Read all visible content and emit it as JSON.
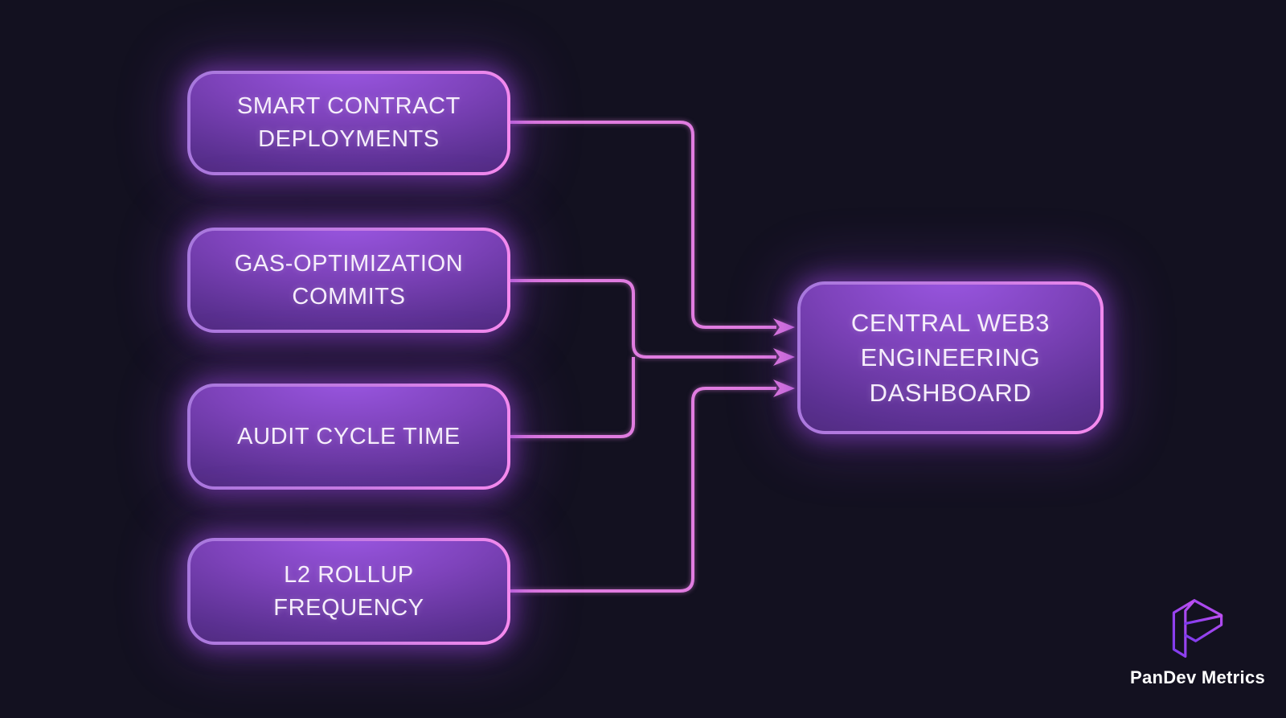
{
  "diagram": {
    "title_present": false,
    "sources": [
      {
        "id": "smart-contract-deployments",
        "label": "SMART CONTRACT\nDEPLOYMENTS"
      },
      {
        "id": "gas-optimization-commits",
        "label": "GAS-OPTIMIZATION\nCOMMITS"
      },
      {
        "id": "audit-cycle-time",
        "label": "AUDIT CYCLE TIME"
      },
      {
        "id": "l2-rollup-frequency",
        "label": "L2 ROLLUP\nFREQUENCY"
      }
    ],
    "target": {
      "id": "central-web3-dashboard",
      "label": "CENTRAL WEB3\nENGINEERING\nDASHBOARD"
    },
    "edges": [
      {
        "from": "smart-contract-deployments",
        "to": "central-web3-dashboard",
        "arrow": true
      },
      {
        "from": "gas-optimization-commits",
        "to": "central-web3-dashboard",
        "arrow": true
      },
      {
        "from": "audit-cycle-time",
        "to": "central-web3-dashboard",
        "arrow": true,
        "note": "merges with gas-optimization edge into middle arrow"
      },
      {
        "from": "l2-rollup-frequency",
        "to": "central-web3-dashboard",
        "arrow": true
      }
    ]
  },
  "branding": {
    "logo": "pandev-p-wireframe-logo",
    "name": "PanDev Metrics"
  },
  "colors": {
    "background": "#131120",
    "connector": "#e07ce0",
    "node_border_start": "#a678dd",
    "node_border_end": "#f88bef",
    "node_fill_bright": "#9b57e3",
    "node_fill_dark": "#3a2059",
    "node_glow": "#9246d3",
    "node_text": "#f6eefb",
    "brand_text": "#ffffff",
    "logo_gradient_start": "#7c3aed",
    "logo_gradient_end": "#c050f0"
  }
}
